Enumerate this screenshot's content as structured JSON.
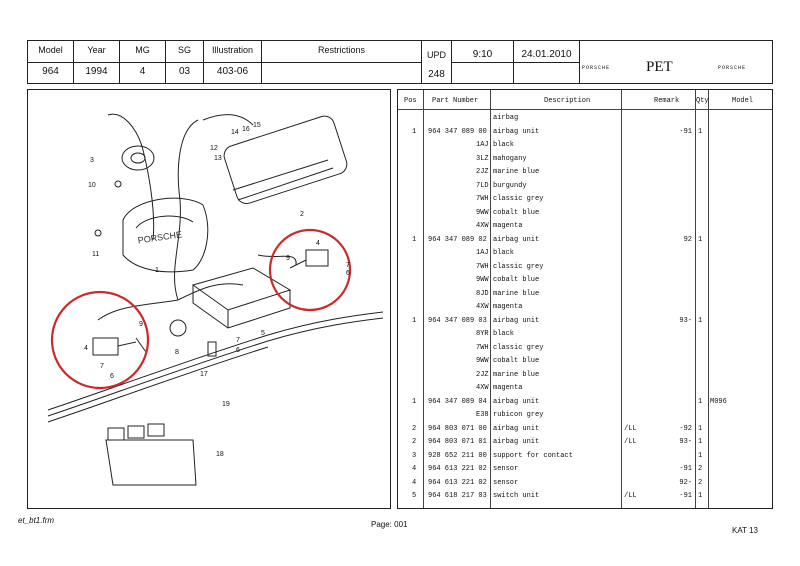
{
  "header": {
    "model": {
      "label": "Model",
      "value": "964"
    },
    "year": {
      "label": "Year",
      "value": "1994"
    },
    "mg": {
      "label": "MG",
      "value": "4"
    },
    "sg": {
      "label": "SG",
      "value": "03"
    },
    "illustration": {
      "label": "Illustration",
      "value": "403-06"
    },
    "restrictions": {
      "label": "Restrictions"
    },
    "upd": {
      "label": "UPD",
      "value": "248"
    },
    "time": "9:10",
    "date": "24.01.2010",
    "brand_left": "PORSCHE",
    "pet": "PET",
    "brand_right": "PORSCHE"
  },
  "table": {
    "headers": {
      "pos": "Pos",
      "part": "Part Number",
      "desc": "Description",
      "remark": "Remark",
      "qty": "Qty",
      "model": "Model"
    },
    "rows": [
      {
        "pos": "",
        "part": "",
        "desc": "airbag",
        "restr": "",
        "remark": "",
        "qty": "",
        "model": ""
      },
      {
        "pos": "1",
        "part": "964 347 089 00",
        "desc": "airbag unit",
        "restr": "",
        "remark": "-91",
        "qty": "1",
        "model": ""
      },
      {
        "pos": "",
        "part": "1AJ",
        "desc": "black",
        "restr": "",
        "remark": "",
        "qty": "",
        "model": ""
      },
      {
        "pos": "",
        "part": "3LZ",
        "desc": "mahogany",
        "restr": "",
        "remark": "",
        "qty": "",
        "model": ""
      },
      {
        "pos": "",
        "part": "2JZ",
        "desc": "marine blue",
        "restr": "",
        "remark": "",
        "qty": "",
        "model": ""
      },
      {
        "pos": "",
        "part": "7LD",
        "desc": "burgundy",
        "restr": "",
        "remark": "",
        "qty": "",
        "model": ""
      },
      {
        "pos": "",
        "part": "7WH",
        "desc": "classic grey",
        "restr": "",
        "remark": "",
        "qty": "",
        "model": ""
      },
      {
        "pos": "",
        "part": "9WW",
        "desc": "cobalt blue",
        "restr": "",
        "remark": "",
        "qty": "",
        "model": ""
      },
      {
        "pos": "",
        "part": "4XW",
        "desc": "magenta",
        "restr": "",
        "remark": "",
        "qty": "",
        "model": ""
      },
      {
        "pos": "1",
        "part": "964 347 089 02",
        "desc": "airbag unit",
        "restr": "",
        "remark": "92",
        "qty": "1",
        "model": ""
      },
      {
        "pos": "",
        "part": "1AJ",
        "desc": "black",
        "restr": "",
        "remark": "",
        "qty": "",
        "model": ""
      },
      {
        "pos": "",
        "part": "7WH",
        "desc": "classic grey",
        "restr": "",
        "remark": "",
        "qty": "",
        "model": ""
      },
      {
        "pos": "",
        "part": "9WW",
        "desc": "cobalt blue",
        "restr": "",
        "remark": "",
        "qty": "",
        "model": ""
      },
      {
        "pos": "",
        "part": "8JD",
        "desc": "marine blue",
        "restr": "",
        "remark": "",
        "qty": "",
        "model": ""
      },
      {
        "pos": "",
        "part": "4XW",
        "desc": "magenta",
        "restr": "",
        "remark": "",
        "qty": "",
        "model": ""
      },
      {
        "pos": "1",
        "part": "964 347 089 03",
        "desc": "airbag unit",
        "restr": "",
        "remark": "93-",
        "qty": "1",
        "model": ""
      },
      {
        "pos": "",
        "part": "8YR",
        "desc": "black",
        "restr": "",
        "remark": "",
        "qty": "",
        "model": ""
      },
      {
        "pos": "",
        "part": "7WH",
        "desc": "classic grey",
        "restr": "",
        "remark": "",
        "qty": "",
        "model": ""
      },
      {
        "pos": "",
        "part": "9WW",
        "desc": "cobalt blue",
        "restr": "",
        "remark": "",
        "qty": "",
        "model": ""
      },
      {
        "pos": "",
        "part": "2JZ",
        "desc": "marine blue",
        "restr": "",
        "remark": "",
        "qty": "",
        "model": ""
      },
      {
        "pos": "",
        "part": "4XW",
        "desc": "magenta",
        "restr": "",
        "remark": "",
        "qty": "",
        "model": ""
      },
      {
        "pos": "1",
        "part": "964 347 089 04",
        "desc": "airbag unit",
        "restr": "",
        "remark": "",
        "qty": "1",
        "model": "M096"
      },
      {
        "pos": "",
        "part": "E38",
        "desc": "rubicon grey",
        "restr": "",
        "remark": "",
        "qty": "",
        "model": ""
      },
      {
        "pos": "2",
        "part": "964 803 071 00",
        "desc": "airbag unit",
        "restr": "/LL",
        "remark": "-92",
        "qty": "1",
        "model": ""
      },
      {
        "pos": "2",
        "part": "964 803 071 01",
        "desc": "airbag unit",
        "restr": "/LL",
        "remark": "93-",
        "qty": "1",
        "model": ""
      },
      {
        "pos": "3",
        "part": "928 652 211 00",
        "desc": "support for contact",
        "restr": "",
        "remark": "",
        "qty": "1",
        "model": ""
      },
      {
        "pos": "4",
        "part": "964 613 221 02",
        "desc": "sensor",
        "restr": "",
        "remark": "-91",
        "qty": "2",
        "model": ""
      },
      {
        "pos": "4",
        "part": "964 613 221 02",
        "desc": "sensor",
        "restr": "",
        "remark": "92-",
        "qty": "2",
        "model": ""
      },
      {
        "pos": "5",
        "part": "964 618 217 03",
        "desc": "switch unit",
        "restr": "/LL",
        "remark": "-91",
        "qty": "1",
        "model": ""
      }
    ]
  },
  "diagram": {
    "labels": [
      "1",
      "2",
      "3",
      "4",
      "5",
      "6",
      "7",
      "8",
      "9",
      "10",
      "11",
      "12",
      "13",
      "14",
      "15",
      "16",
      "17",
      "18",
      "19"
    ],
    "highlight_color": "#cc2a2a",
    "badge_text": "PORSCHE"
  },
  "footer": {
    "file": "et_bt1.frm",
    "page": "Page: 001",
    "kat": "KAT 13"
  }
}
